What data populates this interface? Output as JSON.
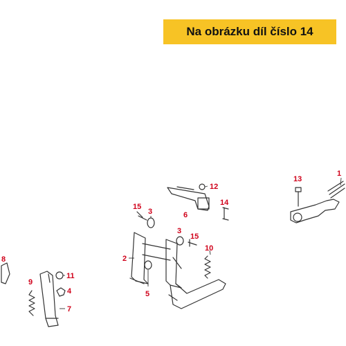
{
  "banner": {
    "text": "Na obrázku díl číslo 14"
  },
  "callouts": [
    {
      "id": "c1",
      "label": "1"
    },
    {
      "id": "c13",
      "label": "13"
    },
    {
      "id": "c12",
      "label": "12"
    },
    {
      "id": "c6",
      "label": "6"
    },
    {
      "id": "c14",
      "label": "14"
    },
    {
      "id": "c15a",
      "label": "15"
    },
    {
      "id": "c3a",
      "label": "3"
    },
    {
      "id": "c3b",
      "label": "3"
    },
    {
      "id": "c15b",
      "label": "15"
    },
    {
      "id": "c10",
      "label": "10"
    },
    {
      "id": "c2",
      "label": "2"
    },
    {
      "id": "c5",
      "label": "5"
    },
    {
      "id": "c8",
      "label": "8"
    },
    {
      "id": "c11",
      "label": "11"
    },
    {
      "id": "c9",
      "label": "9"
    },
    {
      "id": "c4",
      "label": "4"
    },
    {
      "id": "c7",
      "label": "7"
    }
  ],
  "colors": {
    "banner": "#f7c325",
    "callout": "#d0021b",
    "line": "#333333"
  }
}
